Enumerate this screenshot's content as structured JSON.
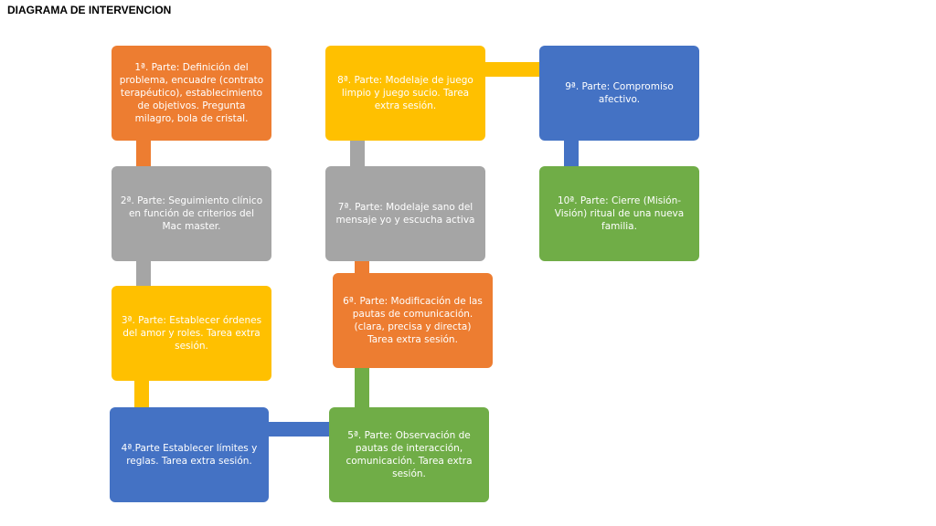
{
  "title": "DIAGRAMA DE INTERVENCION",
  "colors": {
    "orange": "#ED7D31",
    "gray": "#A5A5A5",
    "yellow": "#FFC000",
    "blue": "#4472C4",
    "green": "#70AD47"
  },
  "steps": [
    {
      "id": 1,
      "text": "1ª. Parte: Definición del problema, encuadre (contrato terapéutico), establecimiento de objetivos. Pregunta milagro, bola de cristal.",
      "color": "orange"
    },
    {
      "id": 2,
      "text": "2ª. Parte: Seguimiento clínico en función de criterios del Mac master.",
      "color": "gray"
    },
    {
      "id": 3,
      "text": "3ª. Parte: Establecer órdenes del amor y roles. Tarea extra sesión.",
      "color": "yellow"
    },
    {
      "id": 4,
      "text": "4ª.Parte Establecer límites y reglas. Tarea extra sesión.",
      "color": "blue"
    },
    {
      "id": 5,
      "text": "5ª. Parte: Observación de pautas de interacción, comunicación. Tarea extra sesión.",
      "color": "green"
    },
    {
      "id": 6,
      "text": "6ª. Parte: Modificación de las pautas de comunicación. (clara, precisa y directa)  Tarea extra sesión.",
      "color": "orange"
    },
    {
      "id": 7,
      "text": "7ª. Parte: Modelaje sano del mensaje yo y escucha activa",
      "color": "gray"
    },
    {
      "id": 8,
      "text": "8ª. Parte: Modelaje de juego limpio y juego sucio. Tarea extra sesión.",
      "color": "yellow"
    },
    {
      "id": 9,
      "text": "9ª. Parte: Compromiso afectivo.",
      "color": "blue"
    },
    {
      "id": 10,
      "text": "10ª. Parte: Cierre (Misión-Visión) ritual de una nueva familia.",
      "color": "green"
    }
  ]
}
